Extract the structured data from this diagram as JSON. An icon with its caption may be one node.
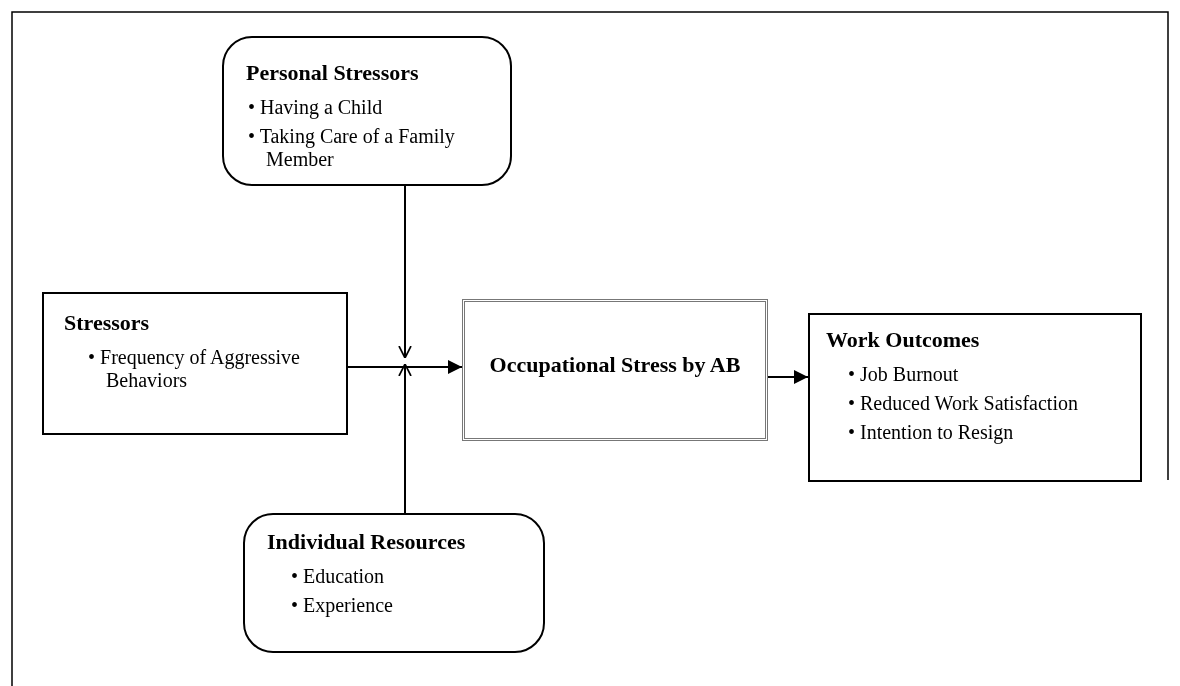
{
  "diagram": {
    "nodes": [
      {
        "text": [
          "Personal Stressors",
          "• Having a Child",
          "• Taking Care of a Family Member"
        ]
      },
      {
        "text": [
          "Stressors",
          "• Frequency of Aggressive Behaviors"
        ]
      },
      {
        "text": [
          "Occupational Stress by AB"
        ]
      },
      {
        "text": [
          "Work Outcomes",
          "• Job Burnout",
          "• Reduced Work Satisfaction",
          "• Intention to Resign"
        ]
      },
      {
        "text": [
          "Individual Resources",
          "• Education",
          "• Experience"
        ]
      }
    ],
    "edges": [
      {
        "from": 0,
        "to": null,
        "arrow": "to"
      },
      {
        "from": 4,
        "to": null,
        "arrow": "to"
      },
      {
        "from": 1,
        "to": 2,
        "arrow": "to"
      },
      {
        "from": 2,
        "to": 3,
        "arrow": "to"
      }
    ]
  }
}
